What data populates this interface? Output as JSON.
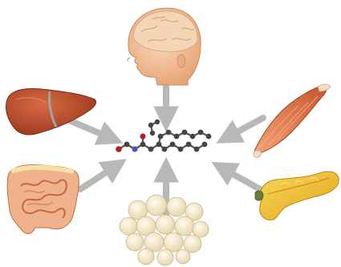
{
  "diagram": {
    "center": {
      "icon": "molecule-icon"
    },
    "nodes": [
      {
        "id": "brain",
        "icon": "head-brain-icon"
      },
      {
        "id": "liver",
        "icon": "liver-icon"
      },
      {
        "id": "muscle",
        "icon": "muscle-icon"
      },
      {
        "id": "intestine",
        "icon": "intestine-icon"
      },
      {
        "id": "pancreas",
        "icon": "pancreas-icon"
      },
      {
        "id": "adipose",
        "icon": "adipose-tissue-icon"
      }
    ],
    "arrow_direction": "toward-center",
    "colors": {
      "arrow": "#b8b8b8",
      "skin": "#f1c19a",
      "brain": "#f4d6b6",
      "liver": "#b8502e",
      "muscle": "#e07a4f",
      "intestine": "#e59a6e",
      "pancreas": "#f2c12e",
      "fat": "#f3ead0",
      "atom_carbon": "#444444",
      "atom_oxygen": "#b22222",
      "atom_nitrogen": "#4a5aa8"
    }
  }
}
